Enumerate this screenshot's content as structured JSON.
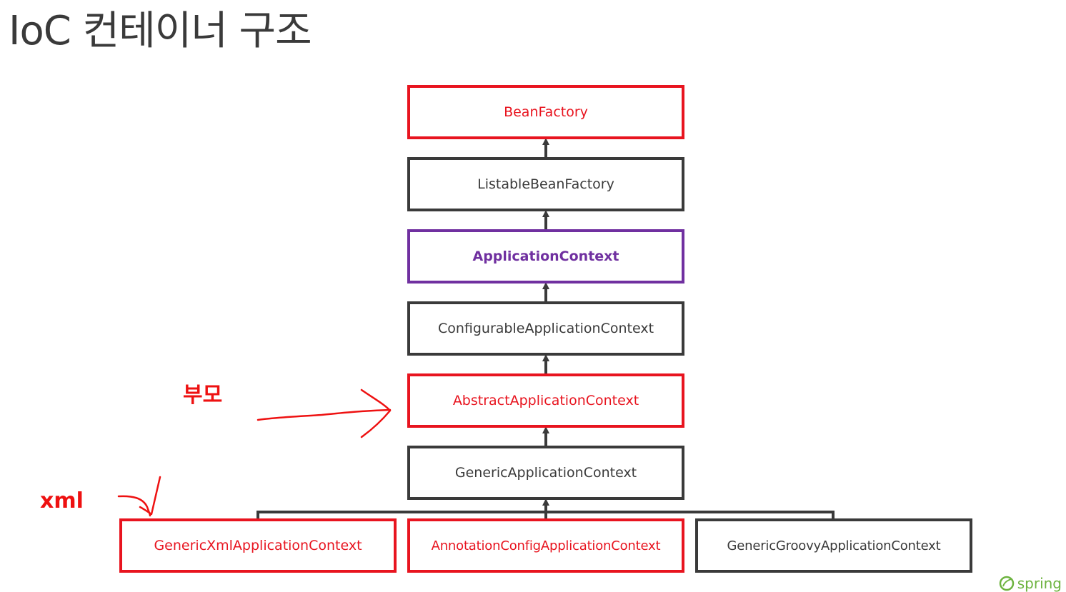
{
  "title": "IoC 컨테이너 구조",
  "nodes": {
    "bean_factory": "BeanFactory",
    "listable_bean_factory": "ListableBeanFactory",
    "application_context": "ApplicationContext",
    "configurable_application_context": "ConfigurableApplicationContext",
    "abstract_application_context": "AbstractApplicationContext",
    "generic_application_context": "GenericApplicationContext",
    "generic_xml_application_context": "GenericXmlApplicationContext",
    "annotation_config_application_context": "AnnotationConfigApplicationContext",
    "generic_groovy_application_context": "GenericGroovyApplicationContext"
  },
  "annotations": {
    "parent_label": "부모",
    "xml_label": "xml"
  },
  "colors": {
    "highlight_red": "#e8141f",
    "highlight_purple": "#7030a0",
    "default_border": "#3a3a3a",
    "annotation_red": "#ee1111"
  },
  "logo": {
    "text": "spring",
    "icon": "spring-leaf-icon"
  }
}
